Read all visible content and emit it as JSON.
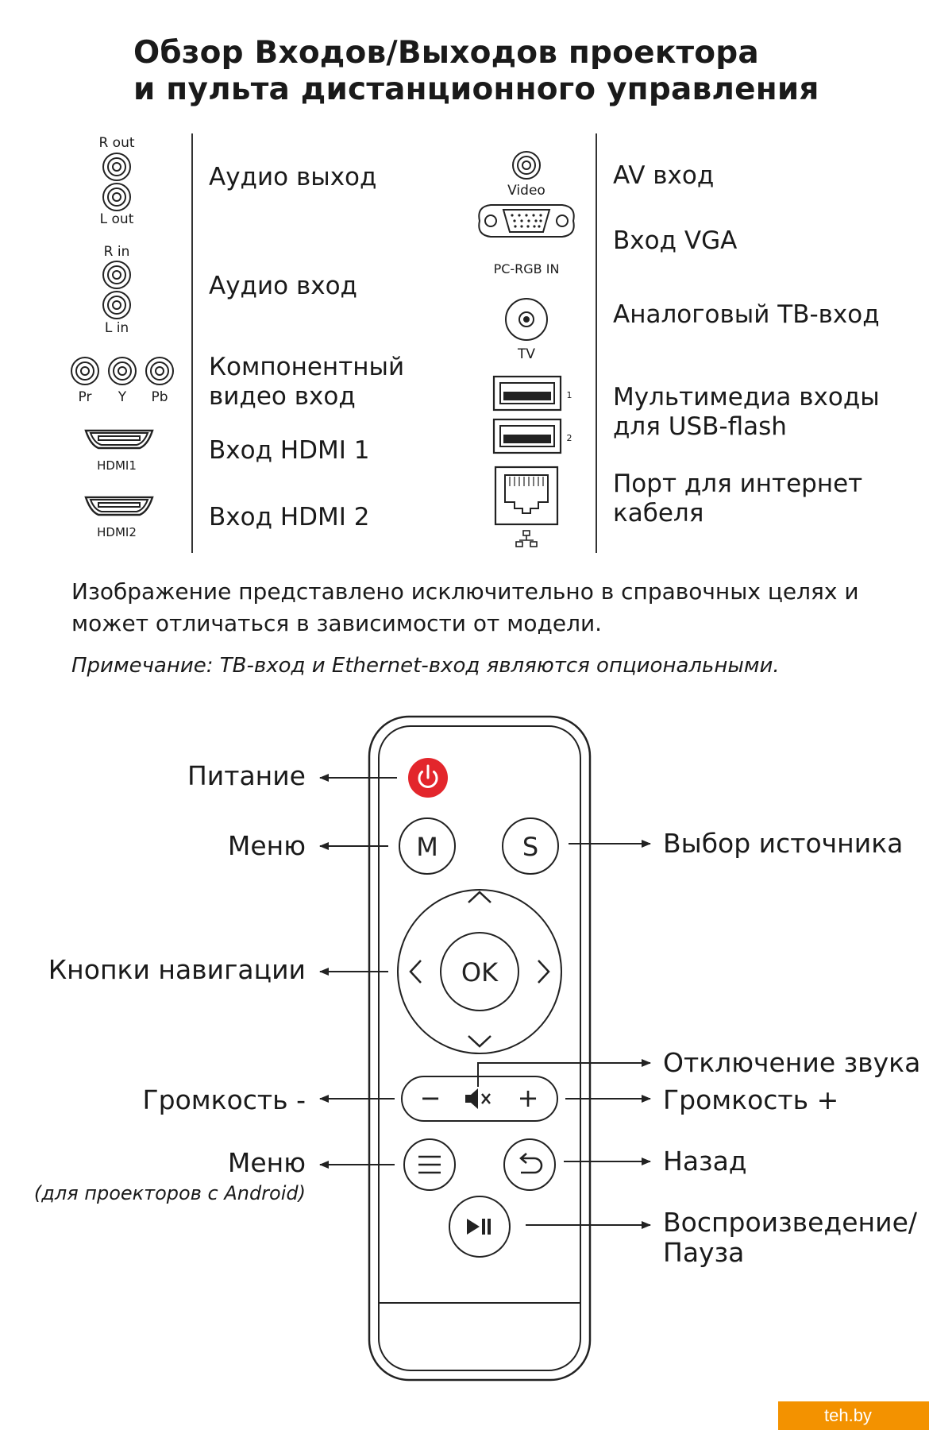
{
  "title": {
    "line1": "Обзор Входов/Выходов проектора",
    "line2": "и пульта дистанционного управления"
  },
  "ports_left": {
    "r_out": "R out",
    "l_out": "L out",
    "audio_out": "Аудио выход",
    "r_in": "R in",
    "l_in": "L in",
    "audio_in": "Аудио вход",
    "pr": "Pr",
    "y": "Y",
    "pb": "Pb",
    "component_line1": "Компонентный",
    "component_line2": "видео вход",
    "hdmi1_small": "HDMI1",
    "hdmi1": "Вход HDMI 1",
    "hdmi2_small": "HDMI2",
    "hdmi2": "Вход HDMI 2"
  },
  "ports_right": {
    "video_small": "Video",
    "av_in": "AV вход",
    "vga_small": "PC-RGB IN",
    "vga_in": "Вход VGA",
    "tv_small": "TV",
    "tv_in": "Аналоговый ТВ-вход",
    "usb1_small": "1",
    "usb2_small": "2",
    "usb_line1": "Мультимедиа входы",
    "usb_line2": "для USB-flash",
    "lan_line1": "Порт для интернет",
    "lan_line2": "кабеля"
  },
  "disclaimer": "Изображение представлено исключительно в справочных целях и может отличаться в зависимости от модели.",
  "note": "Примечание: ТВ-вход и Ethernet-вход являются опциональными.",
  "remote": {
    "power": "Питание",
    "menu": "Меню",
    "navigation": "Кнопки навигации",
    "volume_down": "Громкость -",
    "menu_android": "Меню",
    "menu_android_sub": "(для проекторов с Android)",
    "source": "Выбор источника",
    "mute": "Отключение звука",
    "volume_up": "Громкость +",
    "back": "Назад",
    "play_line1": "Воспроизведение/",
    "play_line2": "Пауза",
    "btn_m": "M",
    "btn_s": "S",
    "btn_ok": "OK",
    "btn_minus": "−",
    "btn_plus": "+",
    "power_color": "#e3262c"
  },
  "logo": "teh.by"
}
